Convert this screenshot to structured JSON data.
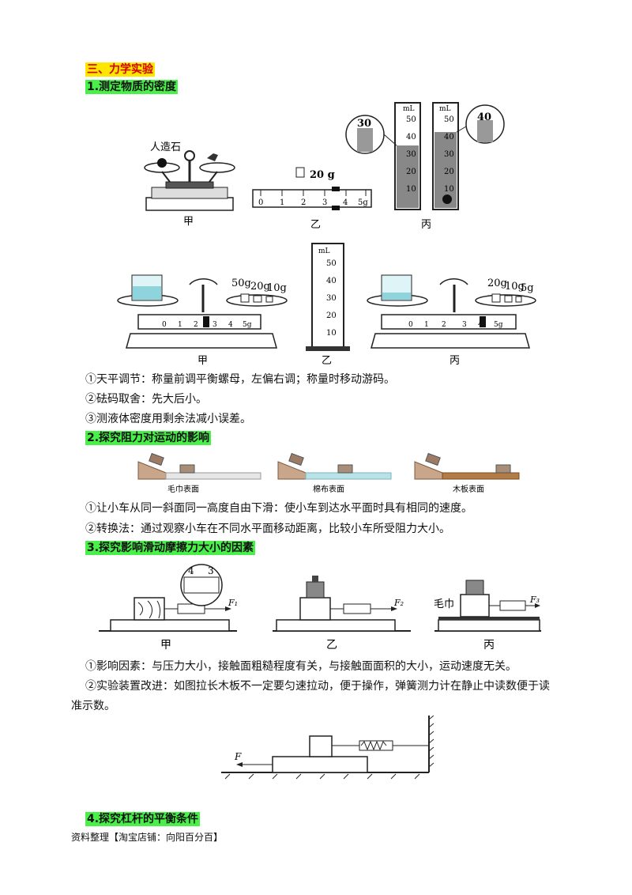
{
  "section3": {
    "title": "三、力学实验"
  },
  "density": {
    "title": "1.测定物质的密度",
    "fig1": {
      "stone_label": "人造石",
      "weight_label": "20 g",
      "ruler_ticks": [
        "0",
        "1",
        "2",
        "3",
        "4",
        "5g"
      ],
      "cyl_units": "mL",
      "cyl_ticks": [
        "50",
        "40",
        "30",
        "20",
        "10"
      ],
      "zoom_left": "30",
      "zoom_right": "40",
      "captions": [
        "甲",
        "乙",
        "丙"
      ]
    },
    "fig2": {
      "weights_left": [
        "50g",
        "20g",
        "10g"
      ],
      "weights_right": [
        "20g",
        "10g",
        "5g"
      ],
      "ruler_ticks": [
        "0",
        "1",
        "2",
        "3",
        "4",
        "5g"
      ],
      "cyl_units": "mL",
      "cyl_ticks": [
        "50",
        "40",
        "30",
        "20",
        "10"
      ],
      "captions": [
        "甲",
        "乙",
        "丙"
      ]
    },
    "notes": [
      "①天平调节：称量前调平衡螺母，左偏右调；称量时移动游码。",
      "②砝码取舍：先大后小。",
      "③测液体密度用剩余法减小误差。"
    ]
  },
  "resistance": {
    "title": "2.探究阻力对运动的影响",
    "surfaces": [
      "毛巾表面",
      "棉布表面",
      "木板表面"
    ],
    "notes": [
      "①让小车从同一斜面同一高度自由下滑：使小车到达水平面时具有相同的速度。",
      "②转换法：通过观察小车在不同水平面移动距离，比较小车所受阻力大小。"
    ]
  },
  "friction": {
    "title": "3.探究影响滑动摩擦力大小的因素",
    "forces": [
      "F₁",
      "F₂",
      "F₃"
    ],
    "zoom_ticks": [
      "4",
      "3"
    ],
    "towel_label": "毛巾",
    "captions": [
      "甲",
      "乙",
      "丙"
    ],
    "notes": [
      "①影响因素：与压力大小，接触面粗糙程度有关，与接触面面积的大小，运动速度无关。",
      "②实验装置改进：如图拉长木板不一定要匀速拉动，便于操作，弹簧测力计在静止中读数便于读",
      "准示数。"
    ],
    "improved_force": "F"
  },
  "lever": {
    "title": "4.探究杠杆的平衡条件"
  },
  "footer": {
    "text": "资料整理【淘宝店铺：向阳百分百】"
  }
}
